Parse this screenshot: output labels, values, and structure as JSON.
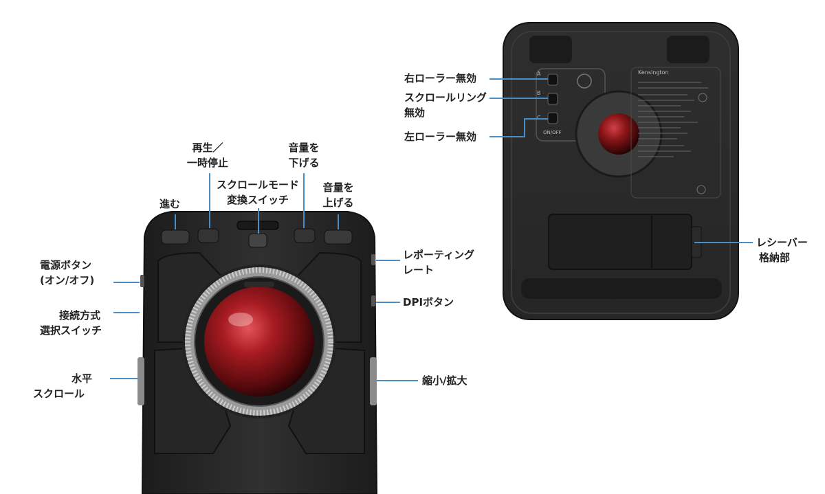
{
  "front_labels": {
    "play_pause": [
      "再生／",
      "一時停止"
    ],
    "volume_down": [
      "音量を",
      "下げる"
    ],
    "scroll_mode": [
      "スクロールモード",
      "変換スイッチ"
    ],
    "forward": "進む",
    "volume_up": [
      "音量を",
      "上げる"
    ],
    "power": [
      "電源ボタン",
      "(オン/オフ)"
    ],
    "connection": [
      "接続方式",
      "選択スイッチ"
    ],
    "horizontal_scroll": [
      "水平",
      "スクロール"
    ],
    "report_rate": [
      "レポーティング",
      "レート"
    ],
    "dpi": "DPIボタン",
    "zoom": "縮小/拡大"
  },
  "back_labels": {
    "right_roller": "右ローラー無効",
    "scroll_ring": [
      "スクロールリング",
      "無効"
    ],
    "left_roller": "左ローラー無効",
    "receiver": [
      "レシーバー",
      "格納部"
    ]
  },
  "switch_markers": [
    "A",
    "B",
    "C"
  ],
  "switch_caption": "ON/OFF",
  "back_brand": "Kensington",
  "colors": {
    "leader": "#4a8ec8",
    "body": "#2b2b2b",
    "ball": "#8a1518"
  }
}
